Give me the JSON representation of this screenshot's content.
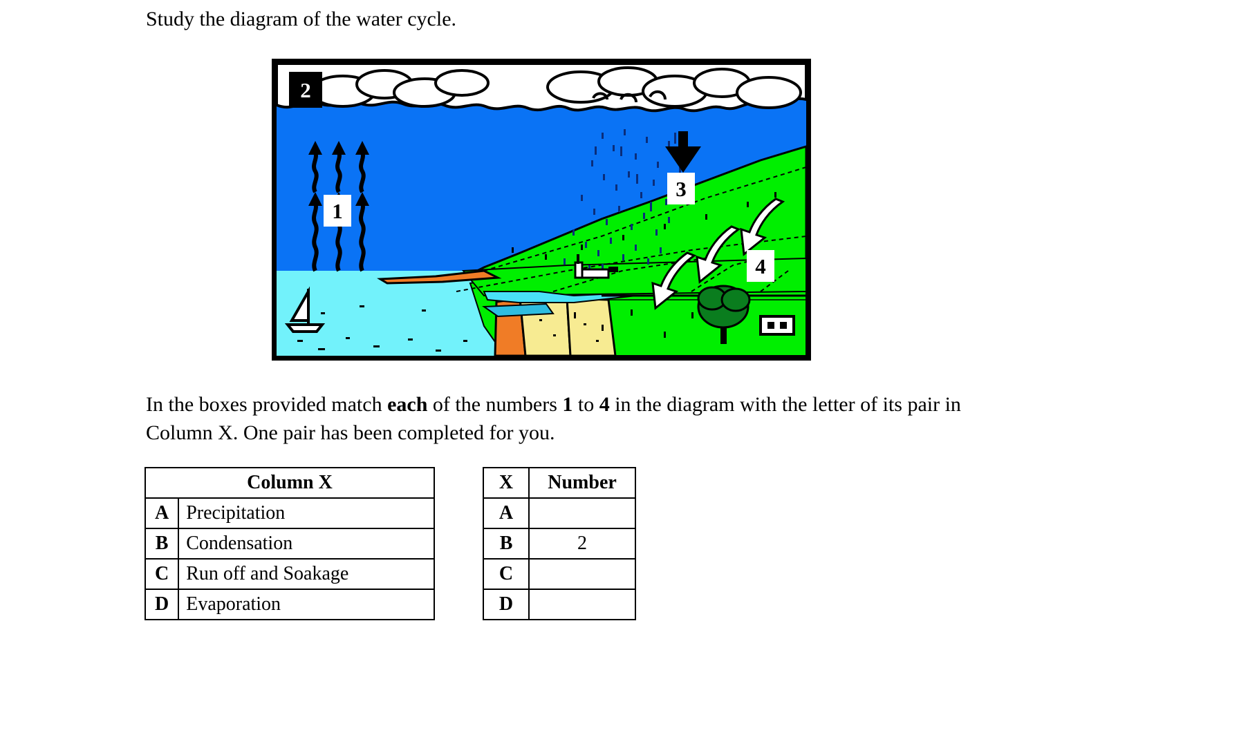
{
  "intro": {
    "text": "Study the diagram of the water cycle."
  },
  "diagram": {
    "alt": "water-cycle-diagram",
    "labels": [
      {
        "id": "label-1",
        "text": "1",
        "style": "light"
      },
      {
        "id": "label-2",
        "text": "2",
        "style": "dark"
      },
      {
        "id": "label-3",
        "text": "3",
        "style": "light"
      },
      {
        "id": "label-4",
        "text": "4",
        "style": "light"
      }
    ],
    "colors": {
      "sky": "#0a73f5",
      "sea": "#72f2fb",
      "grass": "#00ef00",
      "grass_dark": "#00c800",
      "sand": "#f7eb92",
      "clay": "#f07c26",
      "cloud": "#ffffff",
      "tree": "#0a7d1e",
      "outline": "#000000"
    }
  },
  "instruction": {
    "part1": "In the boxes provided match ",
    "bold1": "each",
    "part2": " of the numbers ",
    "bold2": "1",
    "part3": " to ",
    "bold3": "4",
    "part4": " in the diagram with the letter of its pair in Column X. One pair has been completed for you."
  },
  "table_left": {
    "header": "Column X",
    "rows": [
      {
        "letter": "A",
        "desc": "Precipitation"
      },
      {
        "letter": "B",
        "desc": "Condensation"
      },
      {
        "letter": "C",
        "desc": "Run off and Soakage"
      },
      {
        "letter": "D",
        "desc": "Evaporation"
      }
    ]
  },
  "table_right": {
    "header_x": "X",
    "header_number": "Number",
    "rows": [
      {
        "letter": "A",
        "number": ""
      },
      {
        "letter": "B",
        "number": "2"
      },
      {
        "letter": "C",
        "number": ""
      },
      {
        "letter": "D",
        "number": ""
      }
    ]
  }
}
